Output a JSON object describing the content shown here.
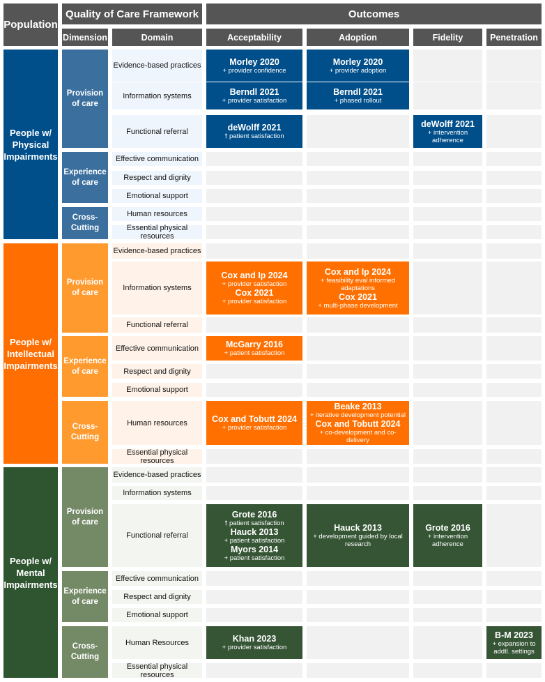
{
  "header": {
    "population": "Population",
    "framework": "Quality of Care Framework",
    "outcomes": "Outcomes",
    "dimension": "Dimension",
    "domain": "Domain",
    "columns": [
      "Acceptability",
      "Adoption",
      "Fidelity",
      "Penetration"
    ]
  },
  "colors": {
    "header": "#555555",
    "empty_cell": "#f1f1f1",
    "physical": {
      "population": "#004f8b",
      "dimension": "#3a6f9e",
      "domain_bg": "#eef5fc",
      "outcome": "#004f8b"
    },
    "intellectual": {
      "population": "#ff6e00",
      "dimension": "#ff9a2e",
      "domain_bg": "#fff2e8",
      "outcome": "#ff7000"
    },
    "mental": {
      "population": "#2e5430",
      "dimension": "#748a66",
      "domain_bg": "#f3f5f1",
      "outcome": "#355535"
    }
  },
  "populations": [
    {
      "label": "People w/ Physical Impairments",
      "dimensions": [
        {
          "label": "Provision of care",
          "domains": [
            {
              "label": "Evidence-based practices",
              "outcomes": [
                {
                  "ref": "Morley 2020",
                  "notes": [
                    "+ provider confidence"
                  ]
                },
                {
                  "ref": "Morley 2020",
                  "notes": [
                    "+ provider adoption"
                  ]
                },
                null,
                null
              ]
            },
            {
              "label": "Information systems",
              "outcomes": [
                {
                  "ref": "Berndl 2021",
                  "notes": [
                    "+ provider satisfaction"
                  ]
                },
                {
                  "ref": "Berndl 2021",
                  "notes": [
                    "+ phased rollout"
                  ]
                },
                null,
                null
              ]
            },
            {
              "label": "Functional referral",
              "outcomes": [
                {
                  "ref": "deWolff 2021",
                  "notes": [
                    "🠕 patient satisfaction"
                  ]
                },
                null,
                {
                  "ref": "deWolff 2021",
                  "notes": [
                    "+ intervention",
                    "adherence"
                  ]
                },
                null
              ]
            }
          ]
        },
        {
          "label": "Experience of care",
          "domains": [
            {
              "label": "Effective communication",
              "outcomes": [
                null,
                null,
                null,
                null
              ]
            },
            {
              "label": "Respect and dignity",
              "outcomes": [
                null,
                null,
                null,
                null
              ]
            },
            {
              "label": "Emotional support",
              "outcomes": [
                null,
                null,
                null,
                null
              ]
            }
          ]
        },
        {
          "label": "Cross-Cutting",
          "domains": [
            {
              "label": "Human resources",
              "outcomes": [
                null,
                null,
                null,
                null
              ]
            },
            {
              "label": "Essential physical resources",
              "outcomes": [
                null,
                null,
                null,
                null
              ]
            }
          ]
        }
      ]
    },
    {
      "label": "People w/ Intellectual Impairments",
      "dimensions": [
        {
          "label": "Provision of care",
          "domains": [
            {
              "label": "Evidence-based practices",
              "outcomes": [
                null,
                null,
                null,
                null
              ]
            },
            {
              "label": "Information systems",
              "outcomes": [
                {
                  "ref": "Cox and Ip 2024",
                  "notes": [
                    "+ provider satisfaction"
                  ],
                  "ref2": "Cox 2021",
                  "notes2": [
                    "+ provider satisfaction"
                  ]
                },
                {
                  "ref": "Cox and Ip 2024",
                  "notes": [
                    "+ feasibility eval informed",
                    "adaptations"
                  ],
                  "ref2": "Cox 2021",
                  "notes2": [
                    "+ multi-phase development"
                  ]
                },
                null,
                null
              ]
            },
            {
              "label": "Functional referral",
              "outcomes": [
                null,
                null,
                null,
                null
              ]
            }
          ]
        },
        {
          "label": "Experience of care",
          "domains": [
            {
              "label": "Effective communication",
              "outcomes": [
                {
                  "ref": "McGarry 2016",
                  "notes": [
                    "+ patient satisfaction"
                  ]
                },
                null,
                null,
                null
              ]
            },
            {
              "label": "Respect and dignity",
              "outcomes": [
                null,
                null,
                null,
                null
              ]
            },
            {
              "label": "Emotional support",
              "outcomes": [
                null,
                null,
                null,
                null
              ]
            }
          ]
        },
        {
          "label": "Cross-Cutting",
          "domains": [
            {
              "label": "Human resources",
              "outcomes": [
                {
                  "ref": "Cox and Tobutt 2024",
                  "notes": [
                    "+ provider satisfaction"
                  ]
                },
                {
                  "ref": "Beake 2013",
                  "notes": [
                    "+ iterative development potential"
                  ],
                  "ref2": "Cox and Tobutt 2024",
                  "notes2": [
                    "+ co-development and co-delivery"
                  ]
                },
                null,
                null
              ]
            },
            {
              "label": "Essential physical resources",
              "outcomes": [
                null,
                null,
                null,
                null
              ]
            }
          ]
        }
      ]
    },
    {
      "label": "People w/ Mental Impairments",
      "dimensions": [
        {
          "label": "Provision of care",
          "domains": [
            {
              "label": "Evidence-based practices",
              "outcomes": [
                null,
                null,
                null,
                null
              ]
            },
            {
              "label": "Information systems",
              "outcomes": [
                null,
                null,
                null,
                null
              ]
            },
            {
              "label": "Functional referral",
              "outcomes": [
                {
                  "ref": "Grote 2016",
                  "notes": [
                    "🠕 patient satisfaction"
                  ],
                  "ref2": "Hauck 2013",
                  "notes2": [
                    "+ patient satisfaction"
                  ],
                  "ref3": "Myors 2014",
                  "notes3": [
                    "+ patient satisfaction"
                  ]
                },
                {
                  "ref": "Hauck 2013",
                  "notes": [
                    "+ development guided by local",
                    "research"
                  ]
                },
                {
                  "ref": "Grote 2016",
                  "notes": [
                    "+ intervention",
                    "adherence"
                  ]
                },
                null
              ]
            }
          ]
        },
        {
          "label": "Experience of care",
          "domains": [
            {
              "label": "Effective communication",
              "outcomes": [
                null,
                null,
                null,
                null
              ]
            },
            {
              "label": "Respect and dignity",
              "outcomes": [
                null,
                null,
                null,
                null
              ]
            },
            {
              "label": "Emotional support",
              "outcomes": [
                null,
                null,
                null,
                null
              ]
            }
          ]
        },
        {
          "label": "Cross-Cutting",
          "domains": [
            {
              "label": "Human Resources",
              "outcomes": [
                {
                  "ref": "Khan 2023",
                  "notes": [
                    "+ provider satisfaction"
                  ]
                },
                null,
                null,
                {
                  "ref": "B-M 2023",
                  "notes": [
                    "+ expansion to",
                    "addtl. settings"
                  ]
                }
              ]
            },
            {
              "label": "Essential physical resources",
              "outcomes": [
                null,
                null,
                null,
                null
              ]
            }
          ]
        }
      ]
    }
  ]
}
